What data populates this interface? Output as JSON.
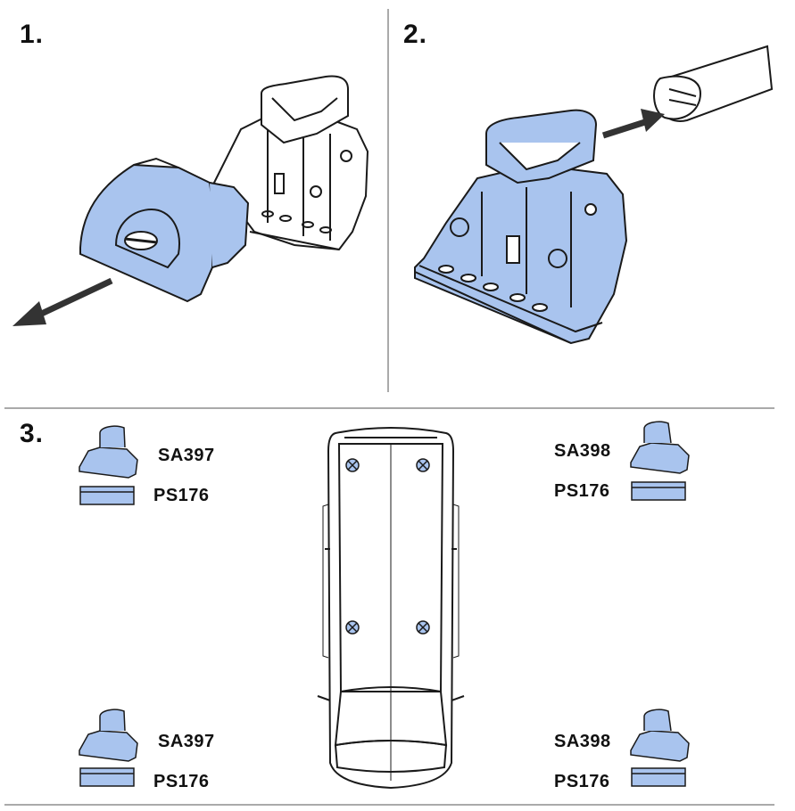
{
  "steps": {
    "step1": "1.",
    "step2": "2.",
    "step3": "3."
  },
  "parts": {
    "front_left_foot": "SA397",
    "front_left_pad": "PS176",
    "front_right_foot": "SA398",
    "front_right_pad": "PS176",
    "rear_left_foot": "SA397",
    "rear_left_pad": "PS176",
    "rear_right_foot": "SA398",
    "rear_right_pad": "PS176"
  },
  "colors": {
    "part_blue": "#a9c4ee",
    "line": "#1a1a1a",
    "divider": "#555555"
  },
  "icons": {
    "mount_point": "crossed-circle-icon",
    "direction": "arrow-icon"
  }
}
